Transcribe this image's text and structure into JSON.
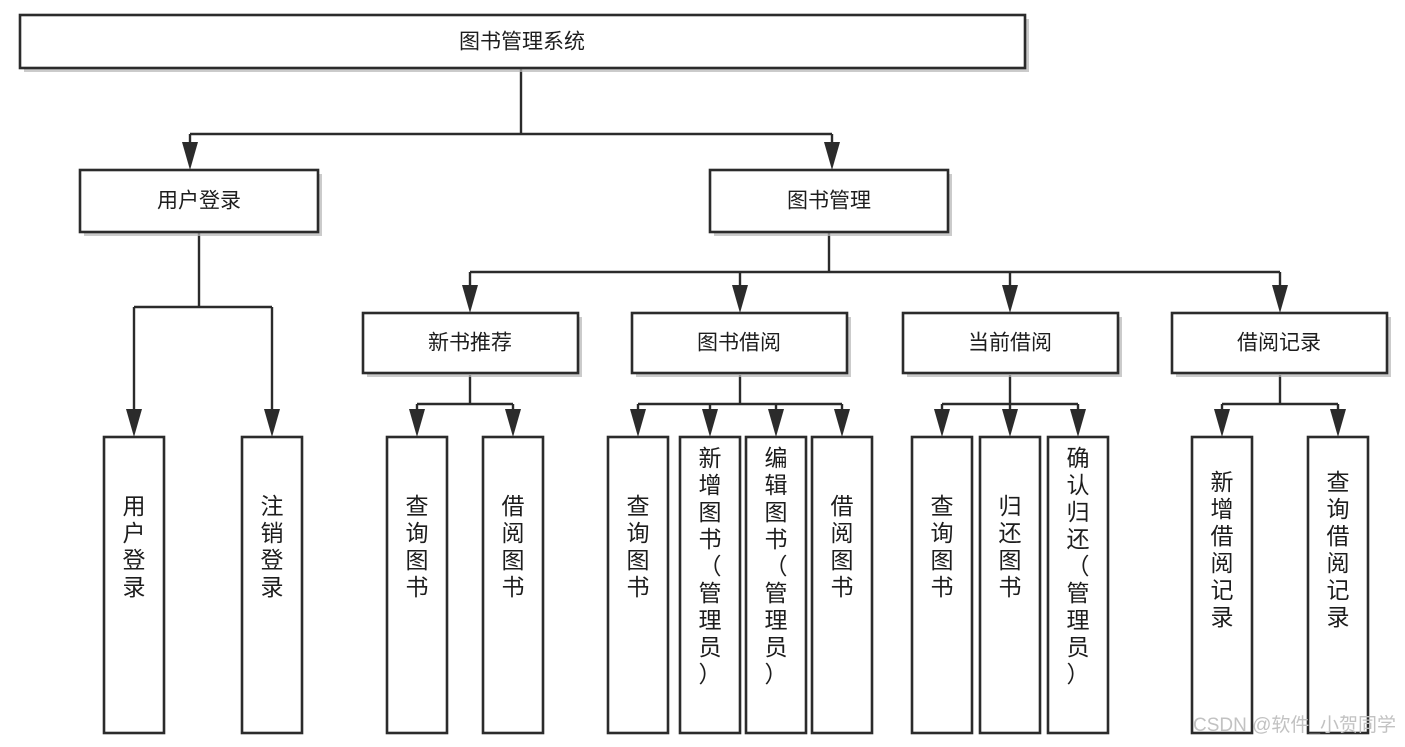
{
  "diagram": {
    "title": "图书管理系统",
    "type": "hierarchy-tree",
    "root": {
      "id": "root",
      "label": "图书管理系统",
      "orientation": "horizontal"
    },
    "level2": [
      {
        "id": "user-login",
        "label": "用户登录",
        "orientation": "horizontal"
      },
      {
        "id": "book-management",
        "label": "图书管理",
        "orientation": "horizontal"
      }
    ],
    "level3": [
      {
        "id": "new-book-recommend",
        "label": "新书推荐",
        "orientation": "horizontal",
        "parent": "book-management"
      },
      {
        "id": "book-borrow",
        "label": "图书借阅",
        "orientation": "horizontal",
        "parent": "book-management"
      },
      {
        "id": "current-borrow",
        "label": "当前借阅",
        "orientation": "horizontal",
        "parent": "book-management"
      },
      {
        "id": "borrow-record",
        "label": "借阅记录",
        "orientation": "horizontal",
        "parent": "book-management"
      }
    ],
    "leaves": [
      {
        "id": "leaf-user-login",
        "label": "用户登录",
        "orientation": "vertical",
        "parent": "user-login"
      },
      {
        "id": "leaf-user-logout",
        "label": "注销登录",
        "orientation": "vertical",
        "parent": "user-login"
      },
      {
        "id": "leaf-query-book-1",
        "label": "查询图书",
        "orientation": "vertical",
        "parent": "new-book-recommend"
      },
      {
        "id": "leaf-borrow-book-1",
        "label": "借阅图书",
        "orientation": "vertical",
        "parent": "new-book-recommend"
      },
      {
        "id": "leaf-query-book-2",
        "label": "查询图书",
        "orientation": "vertical",
        "parent": "book-borrow"
      },
      {
        "id": "leaf-add-book",
        "label": "新增图书（管理员）",
        "orientation": "vertical",
        "parent": "book-borrow"
      },
      {
        "id": "leaf-edit-book",
        "label": "编辑图书（管理员）",
        "orientation": "vertical",
        "parent": "book-borrow"
      },
      {
        "id": "leaf-borrow-book-2",
        "label": "借阅图书",
        "orientation": "vertical",
        "parent": "book-borrow"
      },
      {
        "id": "leaf-query-book-3",
        "label": "查询图书",
        "orientation": "vertical",
        "parent": "current-borrow"
      },
      {
        "id": "leaf-return-book",
        "label": "归还图书",
        "orientation": "vertical",
        "parent": "current-borrow"
      },
      {
        "id": "leaf-confirm-return",
        "label": "确认归还（管理员）",
        "orientation": "vertical",
        "parent": "current-borrow"
      },
      {
        "id": "leaf-add-record",
        "label": "新增借阅记录",
        "orientation": "vertical",
        "parent": "borrow-record"
      },
      {
        "id": "leaf-query-record",
        "label": "查询借阅记录",
        "orientation": "vertical",
        "parent": "borrow-record"
      }
    ],
    "colors": {
      "box_stroke": "#2b2b2b",
      "box_fill": "#ffffff",
      "connector": "#2b2b2b",
      "text": "#1d1d1d",
      "watermark": "#c2c2c2",
      "background": "#ffffff"
    }
  },
  "watermark": {
    "text": "CSDN @软件_小贺同学"
  }
}
